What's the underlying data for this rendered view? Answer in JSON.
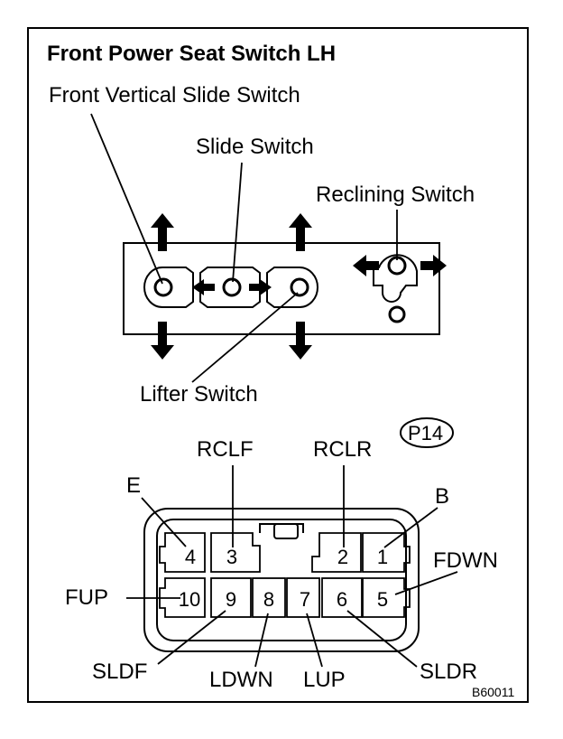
{
  "title": "Front Power Seat Switch LH",
  "switch_labels": {
    "front_vertical_slide": "Front Vertical Slide Switch",
    "slide": "Slide Switch",
    "reclining": "Reclining Switch",
    "lifter": "Lifter Switch"
  },
  "connector": {
    "code": "P14",
    "pins": [
      "1",
      "2",
      "3",
      "4",
      "5",
      "6",
      "7",
      "8",
      "9",
      "10"
    ],
    "signals": {
      "e": "E",
      "rclf": "RCLF",
      "rclr": "RCLR",
      "b": "B",
      "fdwn": "FDWN",
      "fup": "FUP",
      "sldf": "SLDF",
      "ldwn": "LDWN",
      "lup": "LUP",
      "sldr": "SLDR"
    }
  },
  "figure_id": "B60011"
}
